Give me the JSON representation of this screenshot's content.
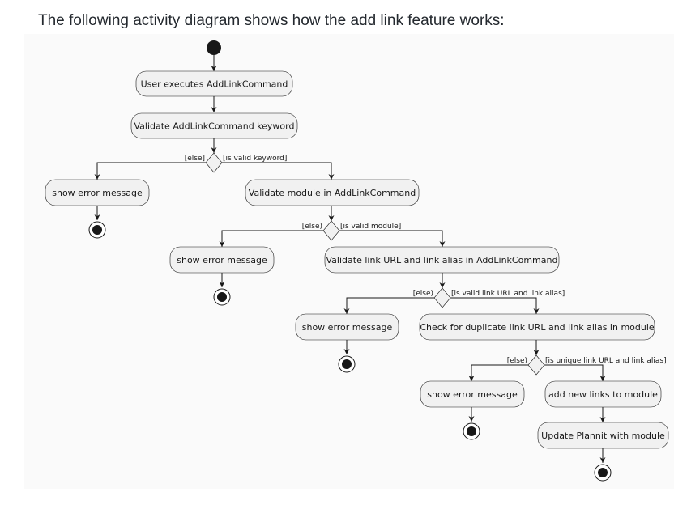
{
  "heading": "The following activity diagram shows how the add link feature works:",
  "diagram": {
    "actions": {
      "user_executes": "User executes AddLinkCommand",
      "validate_keyword": "Validate AddLinkCommand keyword",
      "error_1": "show error message",
      "validate_module": "Validate module in AddLinkCommand",
      "error_2": "show error message",
      "validate_link": "Validate link URL and link alias in AddLinkCommand",
      "error_3": "show error message",
      "check_duplicate": "Check for duplicate link URL and link alias in module",
      "error_4": "show error message",
      "add_links": "add new links to module",
      "update_plannit": "Update Plannit with module"
    },
    "guards": {
      "d1_else": "[else]",
      "d1_yes": "[is valid keyword]",
      "d2_else": "[else)",
      "d2_yes": "[is valid module]",
      "d3_else": "[else)",
      "d3_yes": "[is valid link URL and link alias]",
      "d4_else": "[else)",
      "d4_yes": "[is unique link URL and link alias]"
    }
  }
}
